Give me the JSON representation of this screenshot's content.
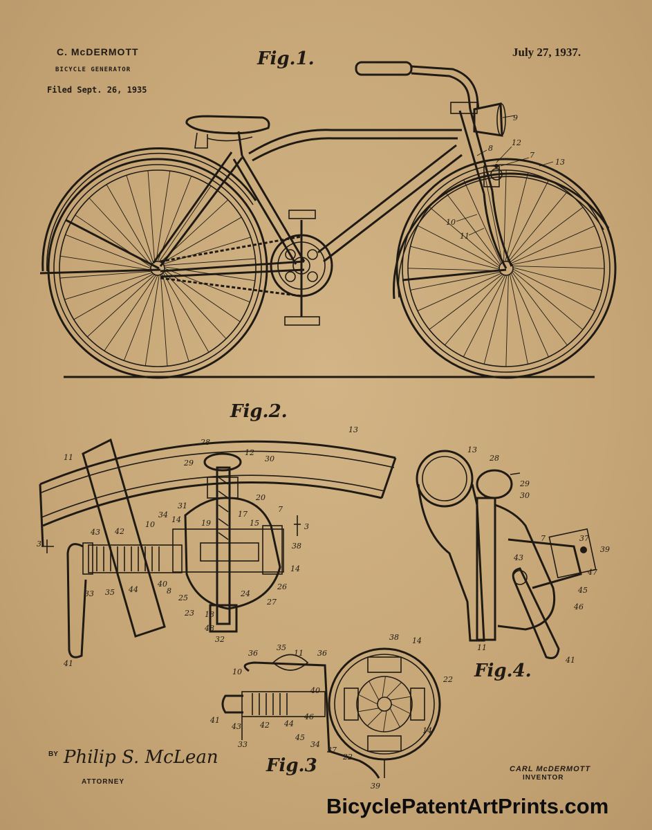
{
  "header": {
    "inventor_name": "C. McDERMOTT",
    "title": "BICYCLE GENERATOR",
    "filed": "Filed Sept. 26, 1935",
    "date": "July 27, 1937."
  },
  "figures": {
    "fig1": "Fig.1.",
    "fig2": "Fig.2.",
    "fig3": "Fig.3",
    "fig4": "Fig.4."
  },
  "footer": {
    "by_label": "BY",
    "signature": "Philip S. McLean",
    "attorney_label": "ATTORNEY",
    "inventor_name": "CARL McDERMOTT",
    "inventor_label": "INVENTOR"
  },
  "watermark": "BicyclePatentArtPrints.com",
  "reference_numbers": {
    "fig1": [
      "9",
      "8",
      "12",
      "7",
      "13",
      "10",
      "11"
    ],
    "fig2": [
      "11",
      "28",
      "12",
      "29",
      "30",
      "13",
      "31",
      "20",
      "7",
      "34",
      "10",
      "14",
      "19",
      "17",
      "15",
      "3",
      "3",
      "43",
      "42",
      "38",
      "14",
      "33",
      "35",
      "44",
      "40",
      "8",
      "25",
      "24",
      "26",
      "23",
      "18",
      "27",
      "48",
      "32",
      "41"
    ],
    "fig3": [
      "36",
      "35",
      "11",
      "36",
      "38",
      "14",
      "10",
      "22",
      "40",
      "41",
      "43",
      "42",
      "44",
      "46",
      "45",
      "34",
      "37",
      "22",
      "14",
      "33",
      "39"
    ],
    "fig4": [
      "13",
      "28",
      "29",
      "30",
      "7",
      "37",
      "39",
      "43",
      "47",
      "45",
      "46",
      "11",
      "41"
    ]
  }
}
